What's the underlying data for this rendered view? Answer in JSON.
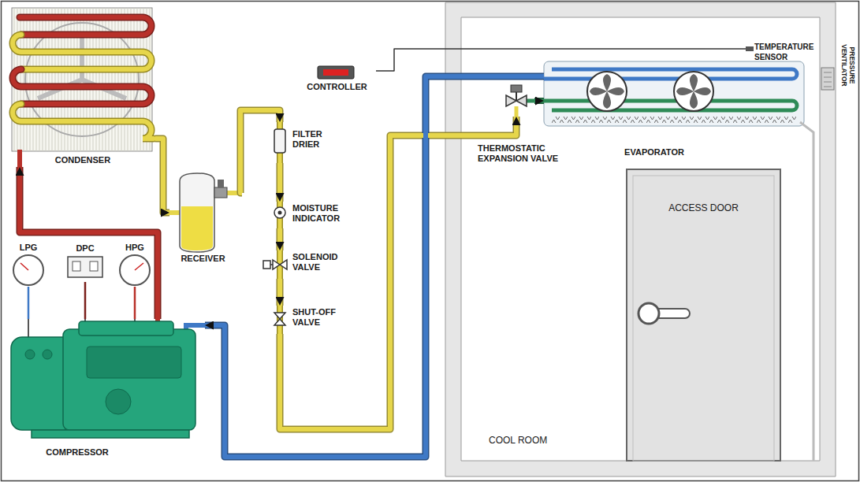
{
  "diagram": {
    "nodes": [
      {
        "text": [
          "CONDENSER"
        ]
      },
      {
        "text": [
          "LPG"
        ]
      },
      {
        "text": [
          "DPC"
        ]
      },
      {
        "text": [
          "HPG"
        ]
      },
      {
        "text": [
          "RECEIVER"
        ]
      },
      {
        "text": [
          "FILTER DRIER"
        ]
      },
      {
        "text": [
          "MOISTURE INDICATOR"
        ]
      },
      {
        "text": [
          "SOLENOID VALVE"
        ]
      },
      {
        "text": [
          "SHUT-OFF VALVE"
        ]
      },
      {
        "text": [
          "COMPRESSOR"
        ]
      },
      {
        "text": [
          "CONTROLLER"
        ]
      },
      {
        "text": [
          "COOL ROOM"
        ]
      },
      {
        "text": [
          "TEMPERATURE SENSOR"
        ],
        "in": 11
      },
      {
        "text": [
          "THERMOSTATIC EXPANSION VALVE"
        ],
        "in": 11
      },
      {
        "text": [
          "EVAPORATOR"
        ],
        "in": 11
      },
      {
        "text": [
          "ACCESS DOOR"
        ],
        "in": 11
      }
    ],
    "edges": [
      {
        "from": 9,
        "to": 0,
        "arrow": "to"
      },
      {
        "from": 0,
        "to": 4,
        "arrow": "to"
      },
      {
        "from": 4,
        "to": 5,
        "arrow": "to"
      },
      {
        "from": 5,
        "to": 6,
        "arrow": "to"
      },
      {
        "from": 6,
        "to": 7,
        "arrow": "to"
      },
      {
        "from": 7,
        "to": 8,
        "arrow": "to"
      },
      {
        "from": 8,
        "to": 13,
        "arrow": "to"
      },
      {
        "from": 13,
        "to": 14,
        "arrow": "to"
      },
      {
        "from": 14,
        "to": 9,
        "arrow": "to"
      },
      {
        "from": 10,
        "to": 12,
        "arrow": "none"
      },
      {
        "from": 1,
        "to": 9,
        "arrow": "none"
      },
      {
        "from": 2,
        "to": 9,
        "arrow": "none"
      },
      {
        "from": 3,
        "to": 9,
        "arrow": "none"
      }
    ],
    "labels": [
      "PRESSURE VENTILATOR"
    ]
  }
}
